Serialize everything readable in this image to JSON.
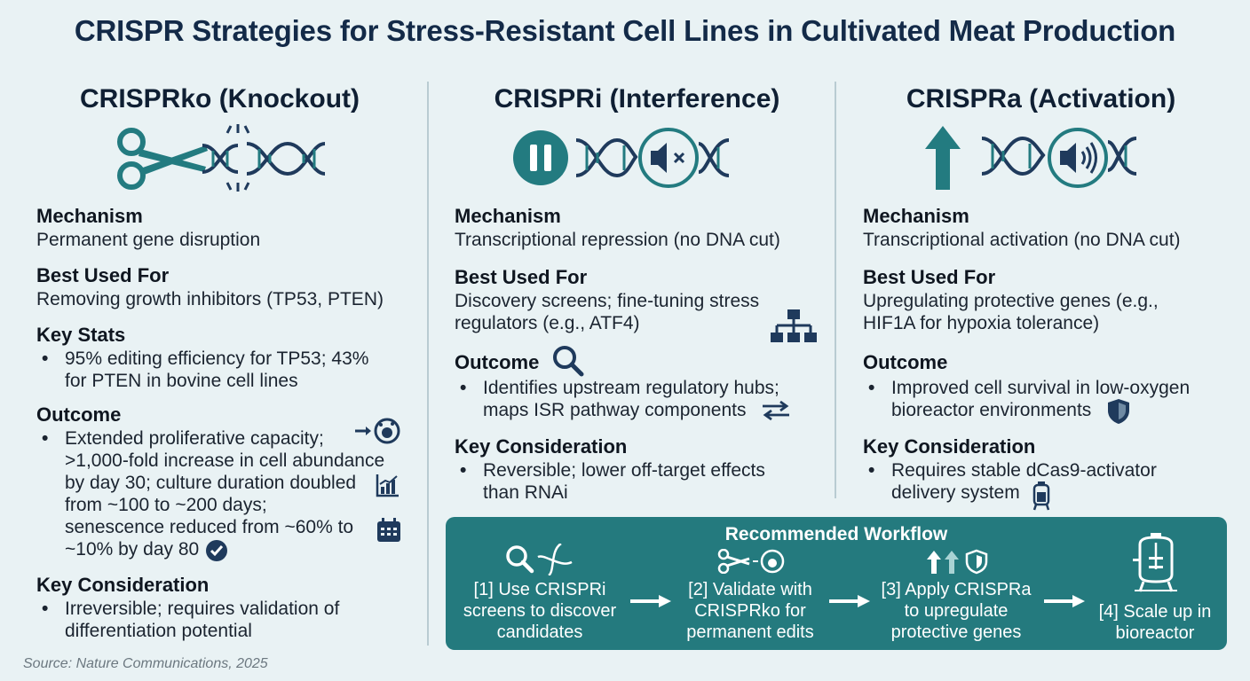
{
  "title": "CRISPR Strategies for Stress-Resistant Cell Lines in Cultivated Meat Production",
  "columns": [
    {
      "title": "CRISPRko (Knockout)",
      "mechanism_heading": "Mechanism",
      "mechanism": "Permanent gene disruption",
      "best_heading": "Best Used For",
      "best": "Removing growth inhibitors (TP53, PTEN)",
      "stats_heading": "Key Stats",
      "stats": [
        "95% editing efficiency for TP53; 43%",
        "for PTEN in bovine cell lines"
      ],
      "outcome_heading": "Outcome",
      "outcome": [
        "Extended proliferative capacity;",
        ">1,000-fold increase in cell abundance",
        "by day 30; culture duration doubled",
        "from ~100 to ~200 days;",
        "senescence reduced from ~60% to",
        "~10% by day 80"
      ],
      "consideration_heading": "Key Consideration",
      "consideration": [
        "Irreversible; requires validation of",
        "differentiation potential"
      ]
    },
    {
      "title": "CRISPRi (Interference)",
      "mechanism_heading": "Mechanism",
      "mechanism": "Transcriptional repression (no DNA cut)",
      "best_heading": "Best Used For",
      "best": [
        "Discovery screens; fine-tuning stress",
        "regulators (e.g., ATF4)"
      ],
      "outcome_heading": "Outcome",
      "outcome": [
        "Identifies upstream regulatory hubs;",
        "maps ISR pathway components"
      ],
      "consideration_heading": "Key Consideration",
      "consideration": [
        "Reversible; lower off-target effects",
        "than RNAi"
      ]
    },
    {
      "title": "CRISPRa (Activation)",
      "mechanism_heading": "Mechanism",
      "mechanism": "Transcriptional activation (no DNA cut)",
      "best_heading": "Best Used For",
      "best": [
        "Upregulating protective genes (e.g.,",
        "HIF1A for hypoxia tolerance)"
      ],
      "outcome_heading": "Outcome",
      "outcome": [
        "Improved cell survival in low-oxygen",
        "bioreactor environments"
      ],
      "consideration_heading": "Key Consideration",
      "consideration": [
        "Requires stable dCas9-activator",
        "delivery system"
      ]
    }
  ],
  "workflow": {
    "title": "Recommended Workflow",
    "steps": [
      [
        "[1] Use CRISPRi",
        "screens to discover",
        "candidates"
      ],
      [
        "[2] Validate with",
        "CRISPRko for",
        "permanent edits"
      ],
      [
        "[3] Apply CRISPRa",
        "to upregulate",
        "protective genes"
      ],
      [
        "[4] Scale up in",
        "bioreactor"
      ]
    ]
  },
  "source": "Source: Nature Communications, 2025",
  "colors": {
    "navy": "#1f3a5c",
    "teal": "#237b80",
    "background": "#e9f2f4"
  }
}
